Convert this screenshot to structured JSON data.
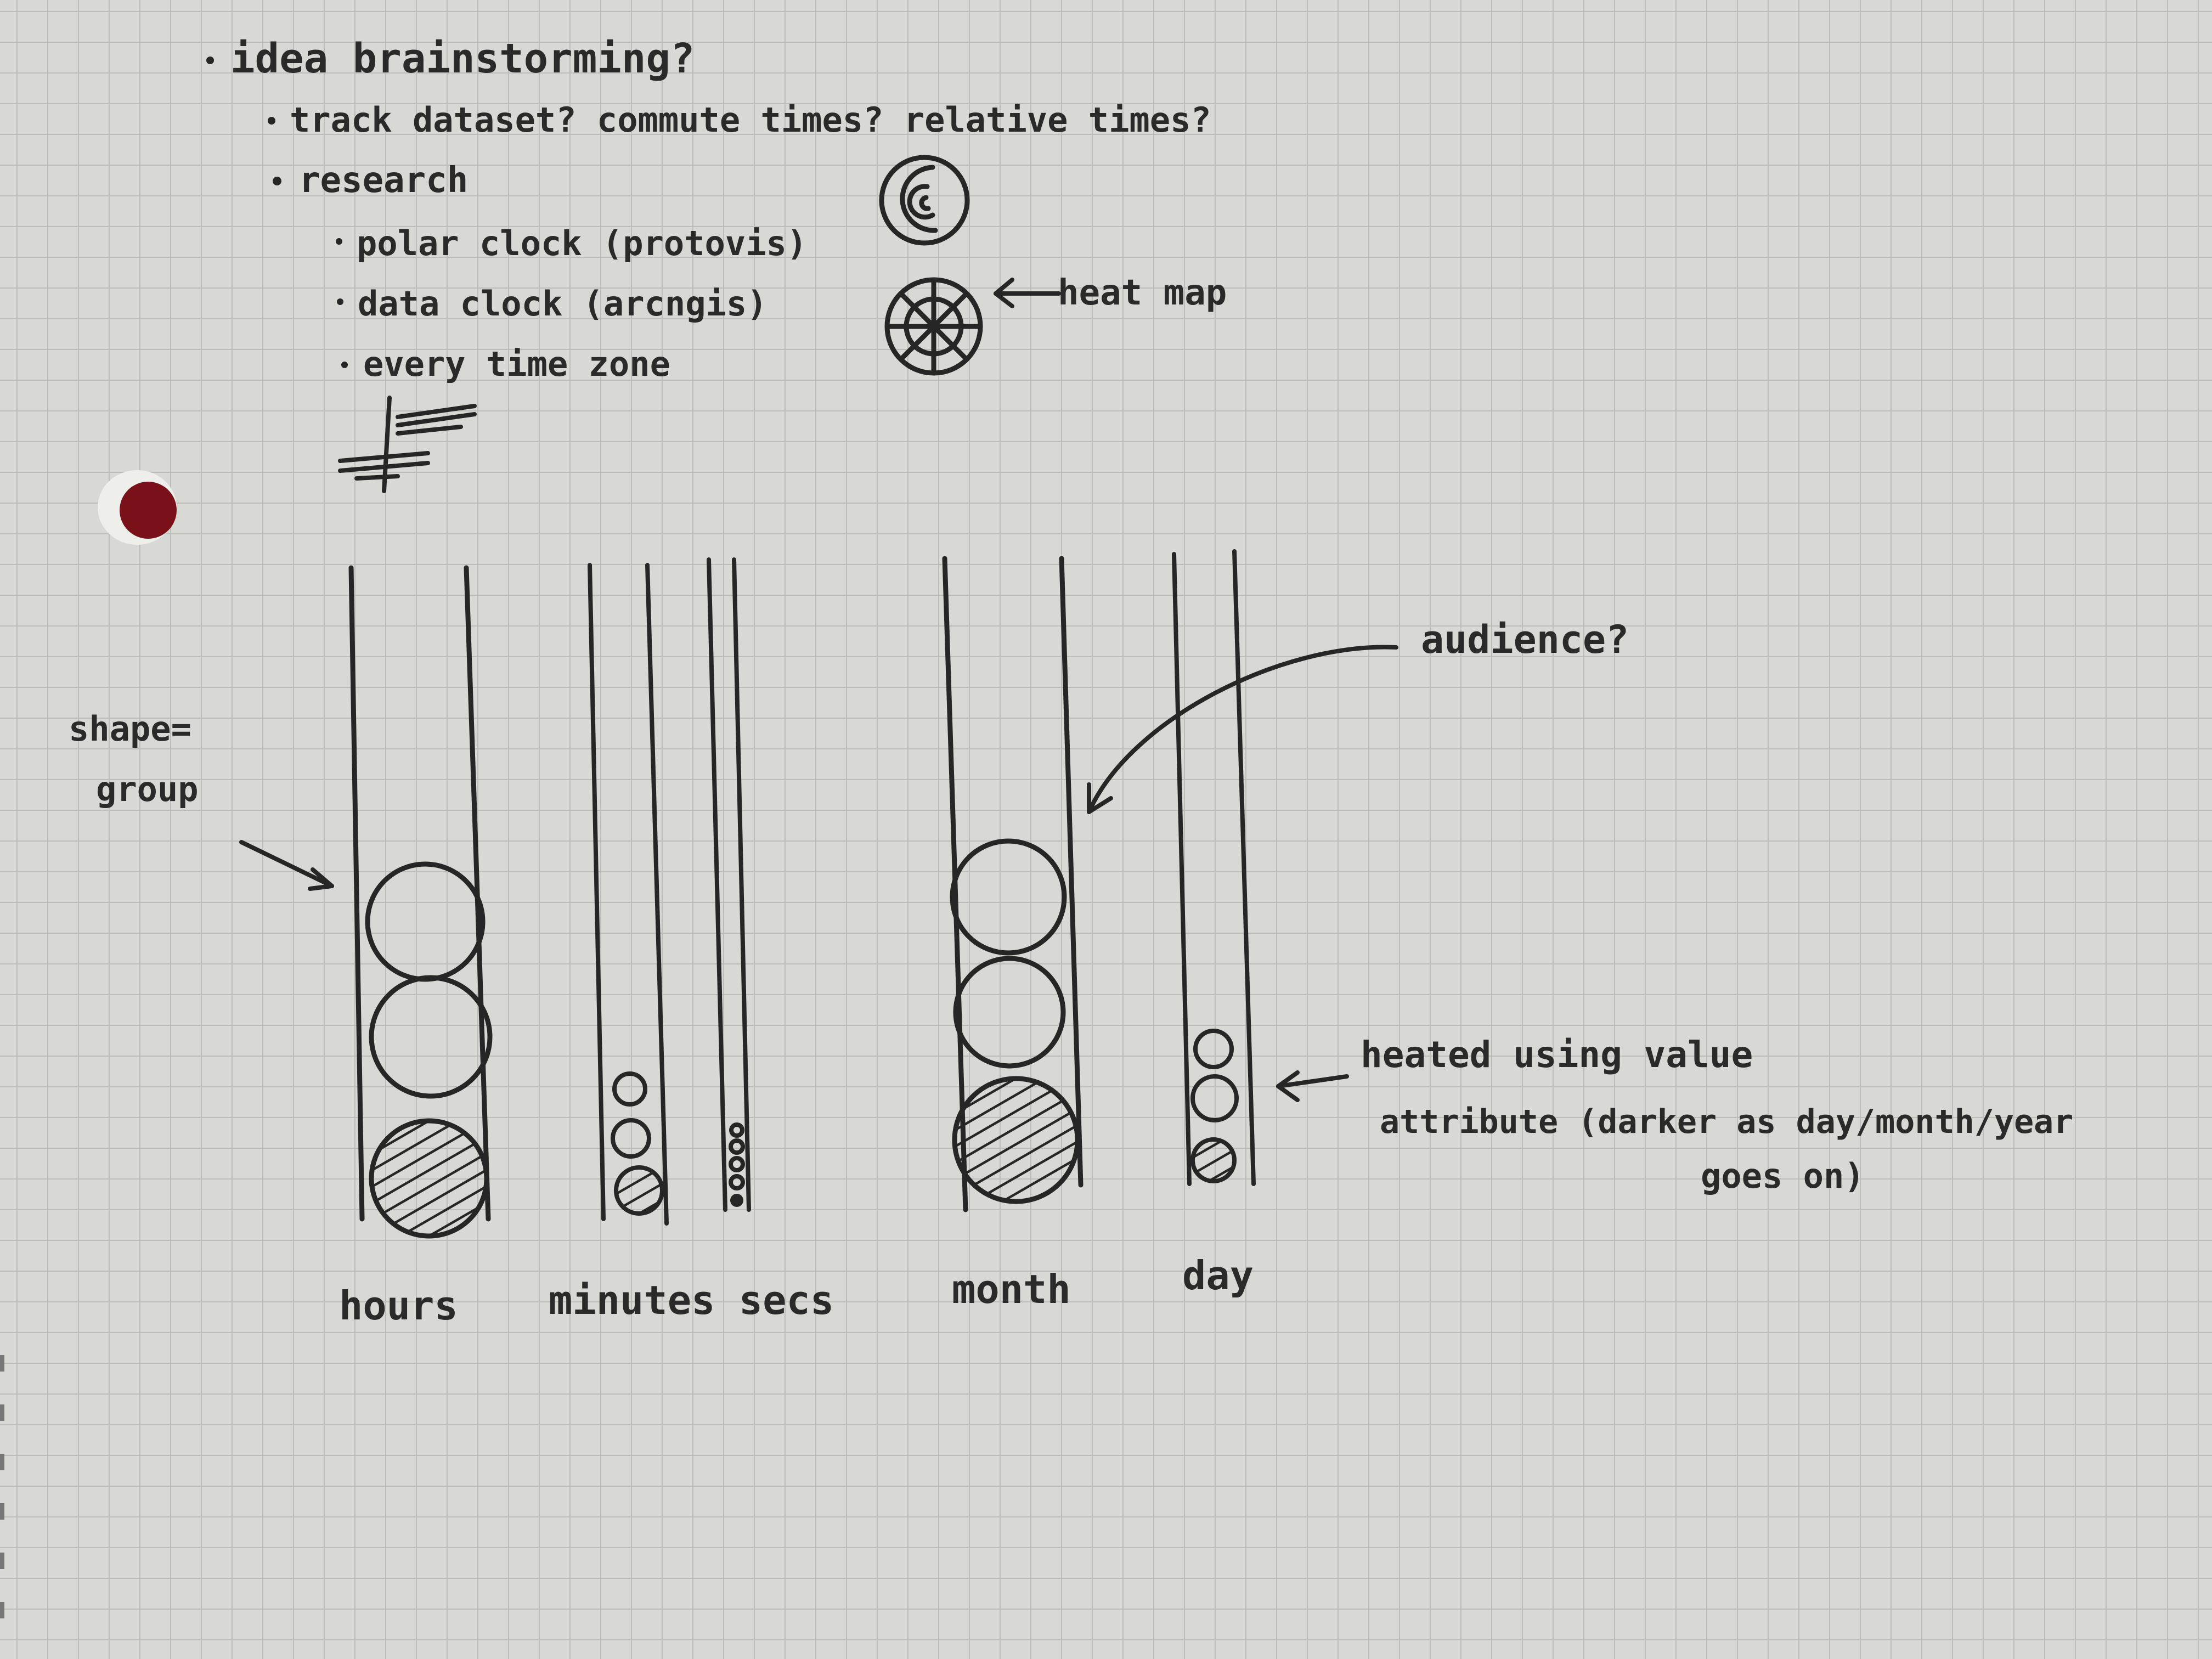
{
  "notes": {
    "l1": "idea brainstorming?",
    "l2": "track dataset? commute times? relative times?",
    "l3": "research",
    "l4": "polar clock (protovis)",
    "l5": "data clock (arcngis)",
    "l6": "every time zone"
  },
  "annotations": {
    "heat_map": "heat map",
    "shape": "shape=",
    "group": "group",
    "audience": "audience?",
    "heated_1": "heated using value",
    "heated_2": "attribute (darker as day/month/year",
    "heated_3": "goes on)"
  },
  "columns": {
    "hours": "hours",
    "minutes": "minutes",
    "secs": "secs",
    "month": "month",
    "day": "day"
  },
  "colors": {
    "ink": "#262626",
    "paper": "#d8d8d4",
    "grid": "#bcbcb8",
    "hole_fill": "#7a1018"
  }
}
